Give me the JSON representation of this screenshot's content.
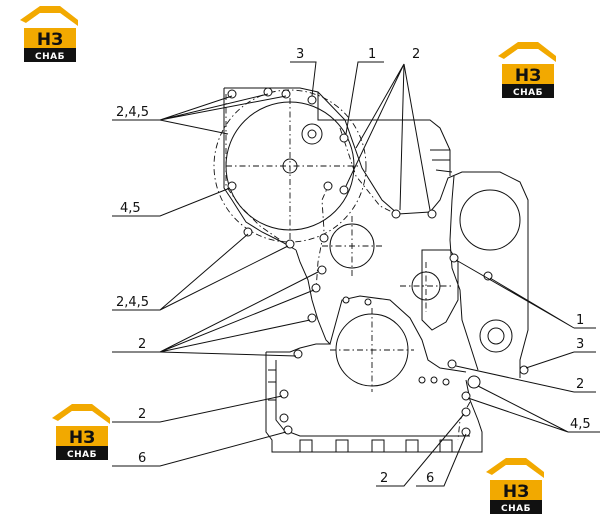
{
  "logo": {
    "mark": "НЗ",
    "word": "СНАБ",
    "color": "#f2a900"
  },
  "callouts": [
    {
      "id": "c-3-top",
      "text": "3"
    },
    {
      "id": "c-1-top",
      "text": "1"
    },
    {
      "id": "c-2-top",
      "text": "2"
    },
    {
      "id": "c-245-top",
      "text": "2,4,5"
    },
    {
      "id": "c-45-left",
      "text": "4,5"
    },
    {
      "id": "c-245-mid",
      "text": "2,4,5"
    },
    {
      "id": "c-2-left-a",
      "text": "2"
    },
    {
      "id": "c-2-left-b",
      "text": "2"
    },
    {
      "id": "c-6-left",
      "text": "6"
    },
    {
      "id": "c-1-right",
      "text": "1"
    },
    {
      "id": "c-3-right",
      "text": "3"
    },
    {
      "id": "c-2-right",
      "text": "2"
    },
    {
      "id": "c-45-right",
      "text": "4,5"
    },
    {
      "id": "c-2-bottom",
      "text": "2"
    },
    {
      "id": "c-6-bottom",
      "text": "6"
    }
  ]
}
